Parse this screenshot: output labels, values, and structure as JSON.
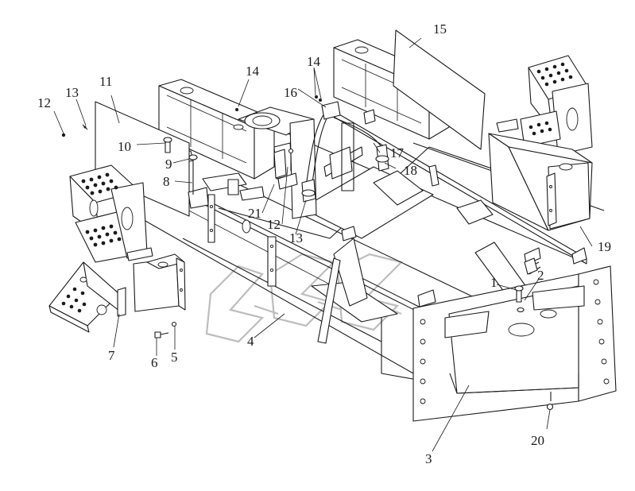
{
  "diagram": {
    "callouts": [
      {
        "id": "c1",
        "text": "1"
      },
      {
        "id": "c2",
        "text": "2"
      },
      {
        "id": "c3",
        "text": "3"
      },
      {
        "id": "c4",
        "text": "4"
      },
      {
        "id": "c5",
        "text": "5"
      },
      {
        "id": "c6",
        "text": "6"
      },
      {
        "id": "c7",
        "text": "7"
      },
      {
        "id": "c8",
        "text": "8"
      },
      {
        "id": "c9",
        "text": "9"
      },
      {
        "id": "c10",
        "text": "10"
      },
      {
        "id": "c11",
        "text": "11"
      },
      {
        "id": "c12a",
        "text": "12"
      },
      {
        "id": "c12b",
        "text": "12"
      },
      {
        "id": "c13a",
        "text": "13"
      },
      {
        "id": "c13b",
        "text": "13"
      },
      {
        "id": "c14a",
        "text": "14"
      },
      {
        "id": "c14b",
        "text": "14"
      },
      {
        "id": "c15",
        "text": "15"
      },
      {
        "id": "c16",
        "text": "16"
      },
      {
        "id": "c17",
        "text": "17"
      },
      {
        "id": "c18",
        "text": "18"
      },
      {
        "id": "c19",
        "text": "19"
      },
      {
        "id": "c20",
        "text": "20"
      },
      {
        "id": "c21",
        "text": "21"
      }
    ]
  }
}
